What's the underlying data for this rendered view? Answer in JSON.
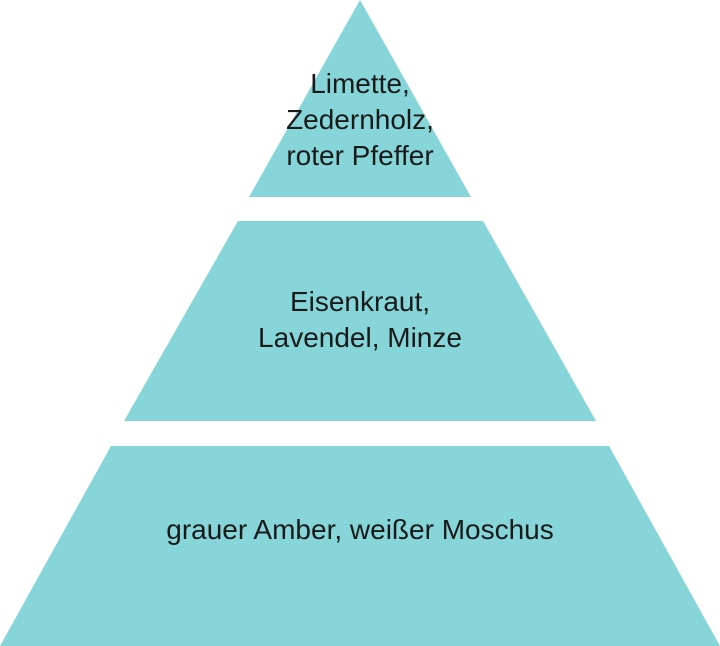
{
  "colors": {
    "tier_fill": "#86d5d8",
    "background": "#ffffff",
    "text": "#1a1a1a"
  },
  "tiers": {
    "top": {
      "lines": [
        "Limette,",
        "Zedernholz,",
        "roter Pfeffer"
      ]
    },
    "middle": {
      "lines": [
        "Eisenkraut,",
        "Lavendel, Minze"
      ]
    },
    "bottom": {
      "lines": [
        "grauer Amber, weißer Moschus"
      ]
    }
  }
}
